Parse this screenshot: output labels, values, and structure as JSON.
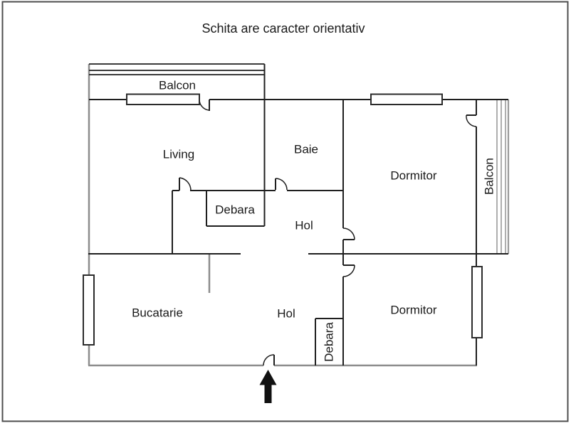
{
  "title": "Schita are caracter orientativ",
  "rooms": {
    "balcon_top": {
      "label": "Balcon"
    },
    "living": {
      "label": "Living"
    },
    "baie": {
      "label": "Baie"
    },
    "dormitor_top": {
      "label": "Dormitor"
    },
    "balcon_right": {
      "label": "Balcon"
    },
    "debara_top": {
      "label": "Debara"
    },
    "hol_upper": {
      "label": "Hol"
    },
    "bucatarie": {
      "label": "Bucatarie"
    },
    "hol_lower": {
      "label": "Hol"
    },
    "debara_bottom": {
      "label": "Debara"
    },
    "dormitor_bottom": {
      "label": "Dormitor"
    }
  },
  "icons": {
    "entrance_arrow": "up-arrow"
  },
  "colors": {
    "wall": "#1f1f1f",
    "exterior_wall": "#8d8d8d",
    "railing": "#9a9a9a",
    "window": "#2b2b2b",
    "text": "#1a1a1a",
    "border": "#4f4f4f",
    "arrow": "#111111",
    "background": "#ffffff"
  }
}
